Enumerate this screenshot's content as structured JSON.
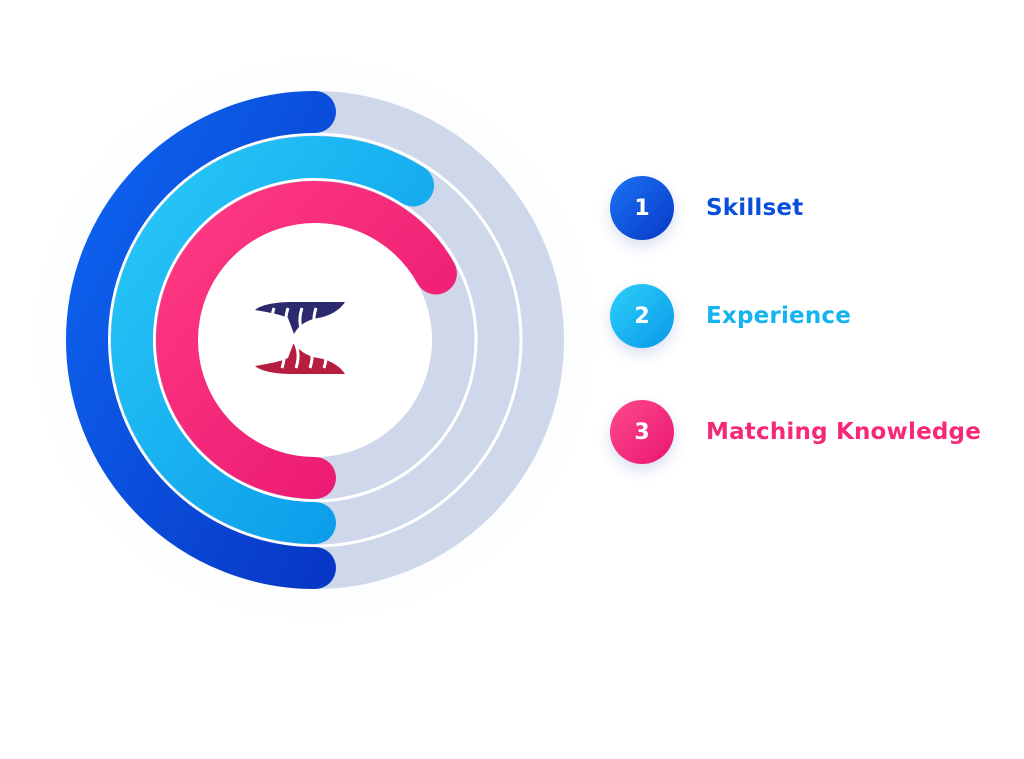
{
  "chart_data": {
    "type": "radial-bar",
    "max": 100,
    "series": [
      {
        "rank": "1",
        "name": "Skillset",
        "value": 50,
        "color": "#0a4fdb",
        "gradient": [
          "#0d66f2",
          "#0838c6"
        ]
      },
      {
        "rank": "2",
        "name": "Experience",
        "value": 59,
        "color": "#15b4f0",
        "gradient": [
          "#28c8f8",
          "#0898e8"
        ]
      },
      {
        "rank": "3",
        "name": "Matching Knowledge",
        "value": 67,
        "color": "#f5287a",
        "gradient": [
          "#ff3a82",
          "#e81570"
        ]
      }
    ],
    "track_color": "#cfd8ea",
    "logo": {
      "top_color": "#2c2a6e",
      "bottom_color": "#b51e3f"
    }
  }
}
